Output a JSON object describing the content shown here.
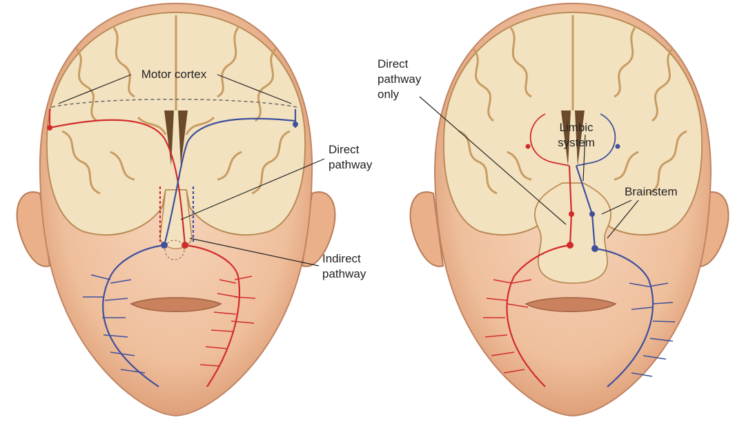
{
  "colors": {
    "background": "#ffffff",
    "skin": "#f1c7a8",
    "skin_shadow": "#d99a75",
    "brain_tissue": "#f3e2bf",
    "brain_fold": "#c79c62",
    "motor_path": "#d22b2b",
    "contra_path": "#3e4f9c",
    "text": "#222222"
  },
  "icons": [
    "head-icon",
    "brain-section-icon",
    "ear-icon",
    "nerve-branch-icon"
  ],
  "left_panel": {
    "labels": {
      "motor_cortex": "Motor cortex",
      "direct_pathway_1": "Direct",
      "direct_pathway_2": "pathway",
      "indirect_pathway_1": "Indirect",
      "indirect_pathway_2": "pathway"
    }
  },
  "right_panel": {
    "labels": {
      "direct_only_1": "Direct",
      "direct_only_2": "pathway",
      "direct_only_3": "only",
      "limbic_1": "Limbic",
      "limbic_2": "system",
      "brainstem": "Brainstem"
    }
  }
}
